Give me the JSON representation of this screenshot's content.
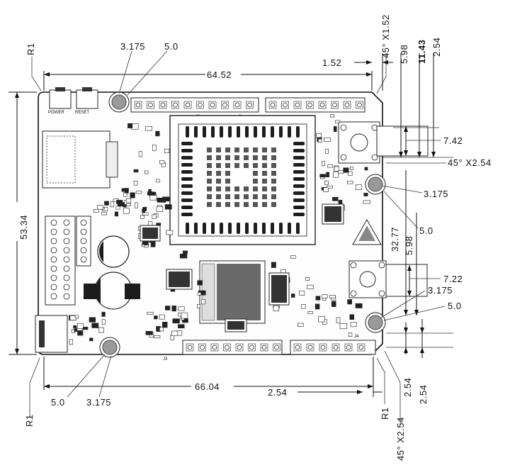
{
  "dimensions": {
    "width": "64.52",
    "width_bottom": "66.04",
    "height": "53.34",
    "top_right_offset": "1.52",
    "bottom_offset": "2.54",
    "right_vertical_1": "32.77",
    "right_vertical_2": "5.98",
    "top_vertical_1": "5.98",
    "top_vertical_2": "11.43",
    "top_vertical_3": "2.54",
    "bottom_right_vertical_1": "2.54",
    "bottom_right_vertical_2": "2.54",
    "button_width_1": "7.42",
    "button_width_2": "7.22"
  },
  "holes": {
    "top_left_diameter": "3.175",
    "top_left_pad": "5.0",
    "bottom_left_pad": "5.0",
    "bottom_left_diameter": "3.175",
    "right_upper_diameter": "3.175",
    "right_upper_pad": "5.0",
    "right_lower_diameter": "3.175",
    "right_lower_pad": "5.0"
  },
  "corners": {
    "top_left_radius": "R1",
    "bottom_left_radius": "R1",
    "bottom_right_radius": "R1",
    "top_right_chamfer": "45° X1.52",
    "right_chamfer": "45° X2.54",
    "bottom_right_chamfer": "45° X2.54"
  },
  "silkscreen": {
    "reset_label": "RESET",
    "power_label": "POWER",
    "header_top_1": "J2",
    "header_top_2": "J1",
    "header_bottom_1": "J4",
    "header_bottom_2": "J3"
  }
}
